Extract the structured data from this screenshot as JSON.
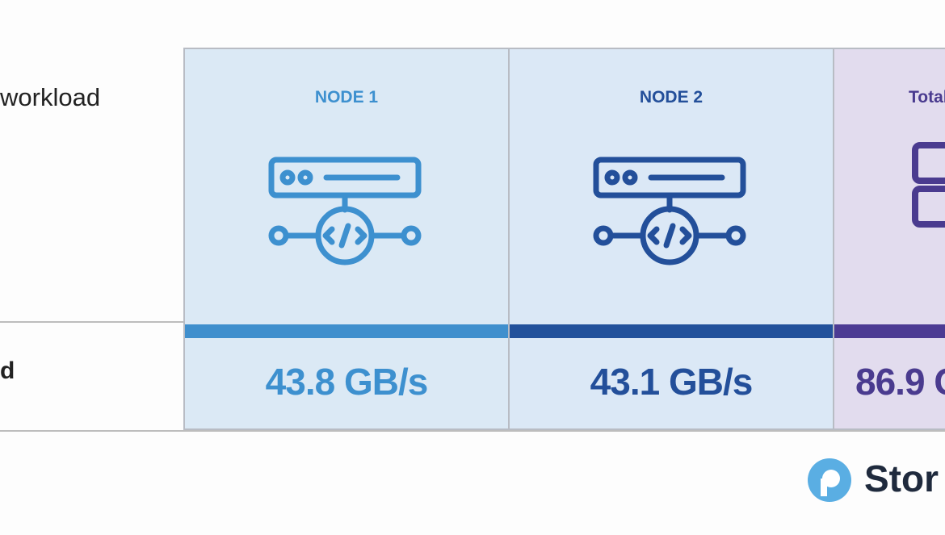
{
  "rows": {
    "workload_label": "workload",
    "speed_label": "d"
  },
  "columns": [
    {
      "title": "NODE 1",
      "value": "43.8 GB/s",
      "color": "#3d90cf",
      "bar_color": "#3f8fcd",
      "icon": "server-code-icon"
    },
    {
      "title": "NODE 2",
      "value": "43.1 GB/s",
      "color": "#234f9a",
      "bar_color": "#22519b",
      "icon": "server-code-icon"
    },
    {
      "title": "Total",
      "value": "86.9 G",
      "color": "#4a3b8f",
      "bar_color": "#4c3b93",
      "icon": "server-stack-icon"
    }
  ],
  "logo": {
    "text": "Stor",
    "mark_color": "#5aaee3",
    "icon": "brand-logo-icon"
  }
}
